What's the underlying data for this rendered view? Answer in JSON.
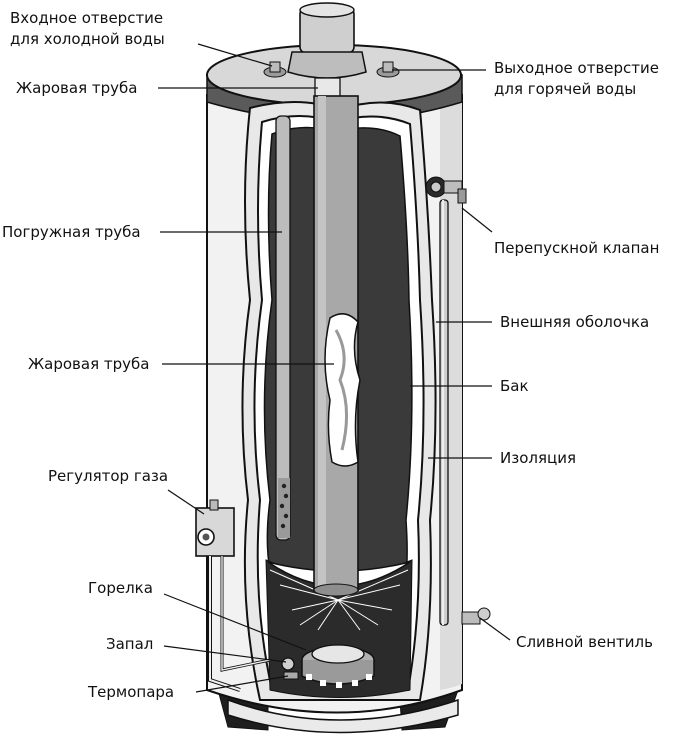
{
  "title": "Газовый водонагреватель",
  "labels": {
    "cold_inlet": "Входное отверстие\nдля холодной воды",
    "flue_top": "Жаровая труба",
    "dip_tube": "Погружная труба",
    "flue_middle": "Жаровая труба",
    "gas_regulator": "Регулятор газа",
    "burner": "Горелка",
    "pilot": "Запал",
    "thermocouple": "Термопара",
    "hot_outlet": "Выходное отверстие\nдля горячей воды",
    "relief_valve": "Перепускной клапан",
    "outer_shell": "Внешняя оболочка",
    "tank": "Бак",
    "insulation": "Изоляция",
    "drain_valve": "Сливной вентиль"
  },
  "colors": {
    "outline": "#1a1a1a",
    "shell": "#f2f2f2",
    "cap": "#5a5a5a",
    "tank_interior": "#3a3a3a",
    "flue": "#a8a8a8",
    "insulation": "#e8e8e8"
  }
}
